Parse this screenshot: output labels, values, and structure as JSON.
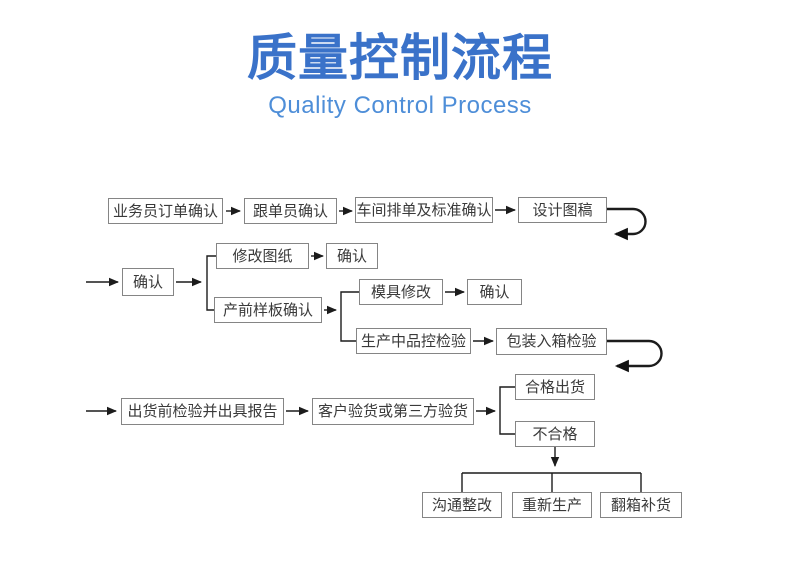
{
  "title": {
    "zh": "质量控制流程",
    "en": "Quality Control Process"
  },
  "colors": {
    "title": "#3A72C9",
    "subtitle": "#4E8ED8",
    "box_border": "#858585",
    "box_text": "#3A3A3A",
    "connector": "#1C1C1C",
    "background": "#FFFFFF"
  },
  "flow": {
    "nodes": {
      "n1": "业务员订单确认",
      "n2": "跟单员确认",
      "n3": "车间排单及标准确认",
      "n4": "设计图稿",
      "n5": "确认",
      "n6": "修改图纸",
      "n7": "确认",
      "n8": "产前样板确认",
      "n9": "模具修改",
      "n10": "确认",
      "n11": "生产中品控检验",
      "n12": "包装入箱检验",
      "n13": "出货前检验并出具报告",
      "n14": "客户验货或第三方验货",
      "n15": "合格出货",
      "n16": "不合格",
      "n17": "沟通整改",
      "n18": "重新生产",
      "n19": "翻箱补货"
    },
    "edges": [
      {
        "from": "n1",
        "to": "n2"
      },
      {
        "from": "n2",
        "to": "n3"
      },
      {
        "from": "n3",
        "to": "n4"
      },
      {
        "from": "n4",
        "to": "n5",
        "type": "row-wrap-loop"
      },
      {
        "from": "n5",
        "to": "n6"
      },
      {
        "from": "n5",
        "to": "n8"
      },
      {
        "from": "n6",
        "to": "n7"
      },
      {
        "from": "n8",
        "to": "n9"
      },
      {
        "from": "n8",
        "to": "n11"
      },
      {
        "from": "n9",
        "to": "n10"
      },
      {
        "from": "n11",
        "to": "n12"
      },
      {
        "from": "n12",
        "to": "n13",
        "type": "row-wrap-loop"
      },
      {
        "from": "n13",
        "to": "n14"
      },
      {
        "from": "n14",
        "to": "n15"
      },
      {
        "from": "n14",
        "to": "n16"
      },
      {
        "from": "n16",
        "to": "n17"
      },
      {
        "from": "n16",
        "to": "n18"
      },
      {
        "from": "n16",
        "to": "n19"
      }
    ]
  }
}
